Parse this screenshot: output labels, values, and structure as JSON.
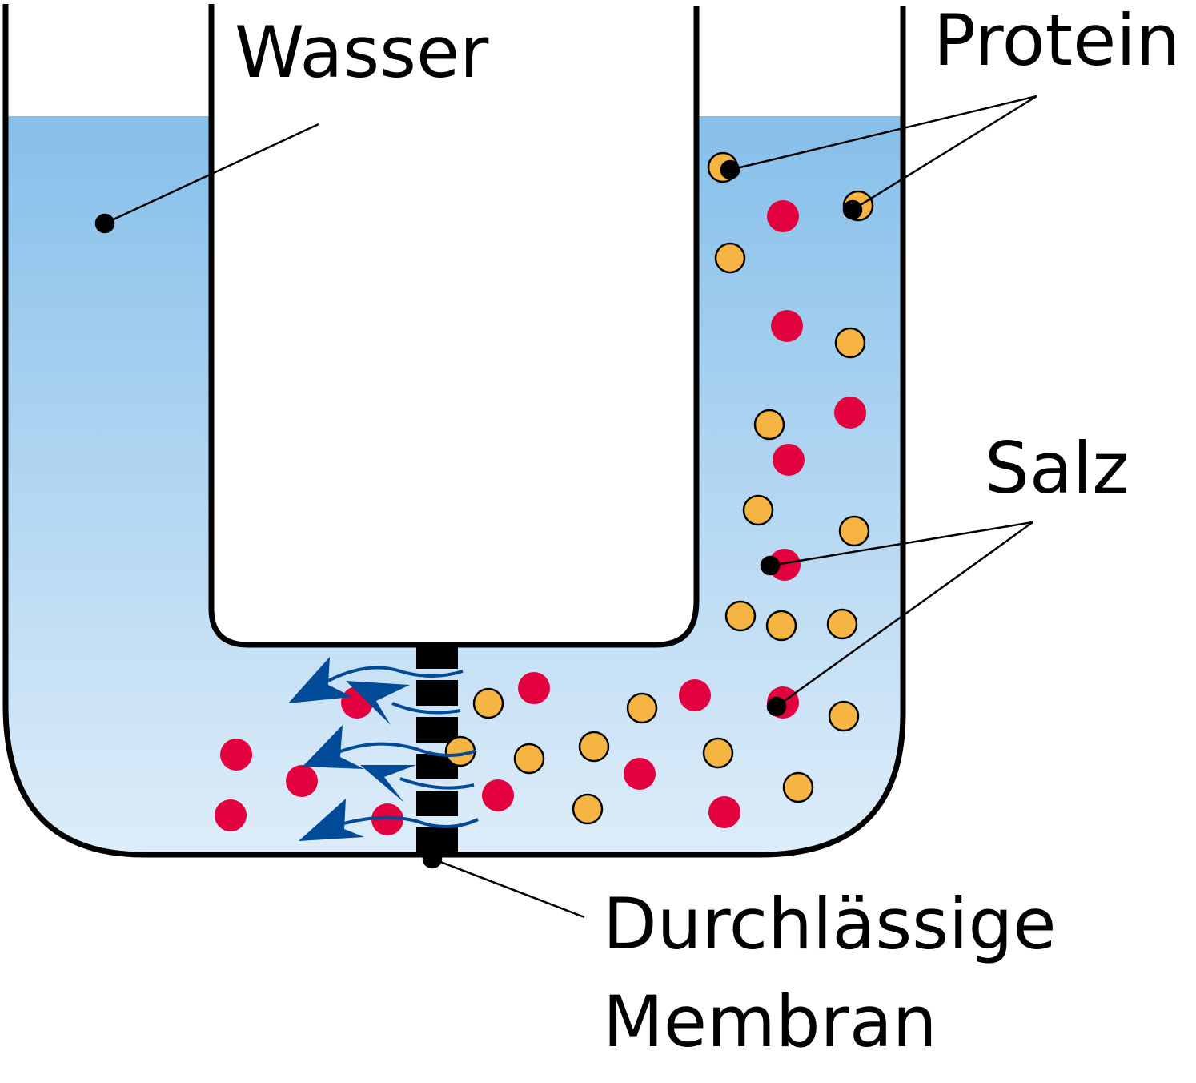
{
  "labels": {
    "water": "Wasser",
    "protein": "Protein",
    "salt": "Salz",
    "membrane_line1": "Durchlässige",
    "membrane_line2": "Membran"
  },
  "colors": {
    "water_top": "#86bfea",
    "water_bottom": "#deedf9",
    "protein": "#f6b443",
    "salt": "#e2003e",
    "arrow": "#004a98",
    "outline": "#000000"
  }
}
